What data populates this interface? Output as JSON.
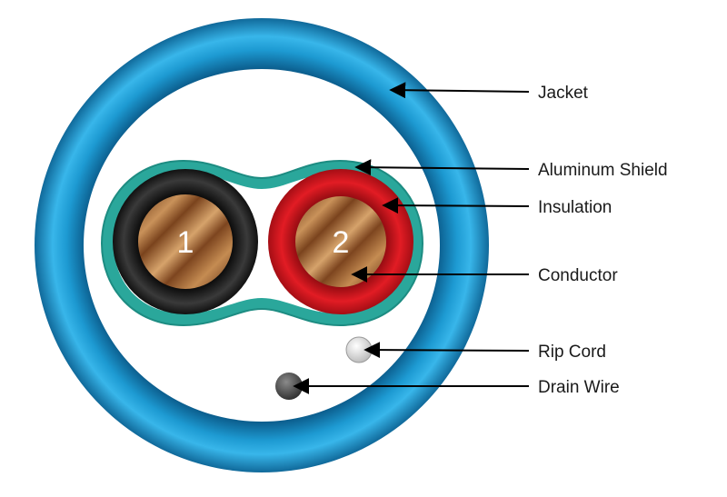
{
  "diagram": {
    "cores": [
      {
        "number": "1",
        "insulation_color": "#1c1c1c"
      },
      {
        "number": "2",
        "insulation_color": "#d4131c"
      }
    ],
    "labels": {
      "jacket": "Jacket",
      "aluminum_shield": "Aluminum Shield",
      "insulation": "Insulation",
      "conductor": "Conductor",
      "rip_cord": "Rip Cord",
      "drain_wire": "Drain Wire"
    },
    "colors": {
      "jacket": "#1f9cd4",
      "shield": "#2aa79b",
      "conductor": "#9a5a2c",
      "rip_cord": "#e8e8e8",
      "drain_wire": "#555555"
    }
  }
}
